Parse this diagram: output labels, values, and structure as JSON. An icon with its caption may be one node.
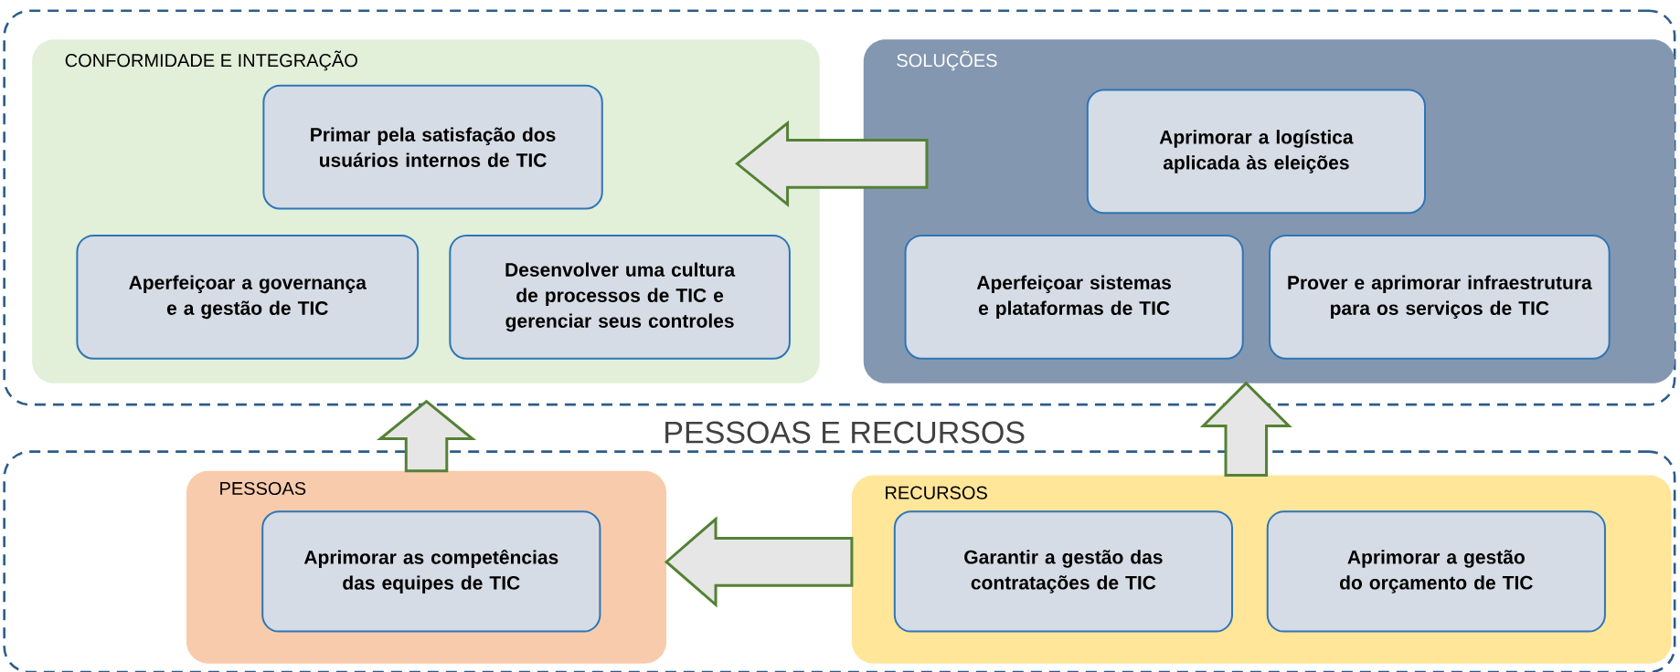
{
  "diagram": {
    "nodes": [
      {
        "text": [],
        "shape": "box"
      },
      {
        "text": [
          "CONFORMIDADE E INTEGRAÇÃO"
        ],
        "in": 0
      },
      {
        "text": [
          "Primar pela satisfação dos usuários internos de TIC"
        ],
        "in": 1
      },
      {
        "text": [
          "Aperfeiçoar a governança e a gestão de TIC"
        ],
        "in": 1
      },
      {
        "text": [
          "Desenvolver uma cultura de processos de TIC e gerenciar seus controles"
        ],
        "in": 1
      },
      {
        "text": [
          "SOLUÇÕES"
        ],
        "in": 0
      },
      {
        "text": [
          "Aprimorar a logística aplicada às eleições"
        ],
        "in": 5
      },
      {
        "text": [
          "Aperfeiçoar sistemas e plataformas de TIC"
        ],
        "in": 5
      },
      {
        "text": [
          "Prover e aprimorar infraestrutura para os serviços de TIC"
        ],
        "in": 5
      },
      {
        "text": [
          "PESSOAS E RECURSOS"
        ]
      },
      {
        "text": [
          "PESSOAS"
        ],
        "in": 9
      },
      {
        "text": [
          "Aprimorar as competências das equipes de TIC"
        ],
        "in": 10
      },
      {
        "text": [
          "RECURSOS"
        ],
        "in": 9
      },
      {
        "text": [
          "Garantir a gestão das contratações de TIC"
        ],
        "in": 12
      },
      {
        "text": [
          "Aprimorar a gestão do orçamento de TIC"
        ],
        "in": 12
      }
    ],
    "edges": [
      {
        "from": 5,
        "to": 1,
        "arrow": "to"
      },
      {
        "from": 10,
        "to": 1,
        "arrow": "to"
      },
      {
        "from": 12,
        "to": 5,
        "arrow": "to"
      },
      {
        "from": 12,
        "to": 10,
        "arrow": "to"
      }
    ]
  }
}
